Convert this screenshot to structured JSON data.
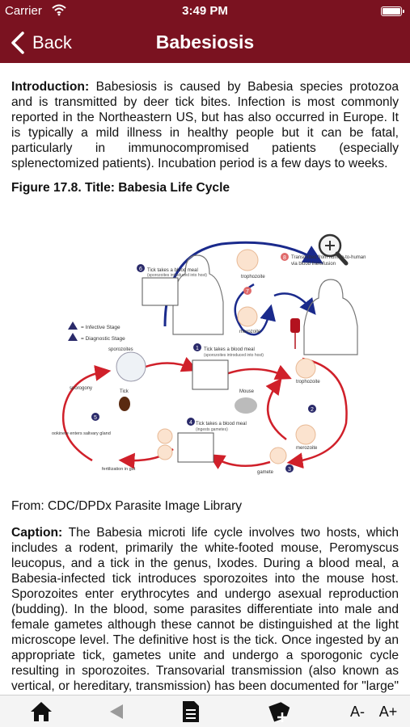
{
  "status_bar": {
    "carrier": "Carrier",
    "time": "3:49 PM"
  },
  "nav": {
    "back_label": "Back",
    "title": "Babesiosis"
  },
  "intro": {
    "label": "Introduction:",
    "text": " Babesiosis is caused by Babesia species protozoa and is transmitted by deer tick bites. Infection is most commonly reported in the Northeastern US, but has also occurred in Europe. It is typically a mild illness in healthy people but it can be fatal, particularly in immunocompromised patients (especially splenectomized patients). Incubation period is a few days to weeks."
  },
  "figure": {
    "title": "Figure 17.8.  Title: Babesia Life Cycle",
    "labels": {
      "step6": "Tick takes a blood meal",
      "step6_sub": "(sporozoites introduced into host)",
      "trophozoite": "trophozoite",
      "merozoite": "merozoite",
      "step7": "7",
      "step8": "8",
      "step8_text": "Transmitted from human-to-human",
      "step8_sub": "via blood transfusion",
      "infective": "= Infective Stage",
      "diagnostic": "= Diagnostic Stage",
      "sporozoites": "sporozoites",
      "step1": "1",
      "step1_text": "Tick takes a blood meal",
      "step1_sub": "(sporozoites introduced into host)",
      "sporogony": "sporogony",
      "tick": "Tick",
      "step5": "5",
      "ookinete": "ookinete enters salivary gland",
      "fertilization": "fertilization in gut",
      "mouse": "Mouse",
      "trophozoite2": "trophozoite",
      "step2": "2",
      "merozoite2": "merozoite",
      "step4": "4",
      "step4_text": "Tick takes a blood meal",
      "step4_sub": "(ingests gametes)",
      "gamete": "gamete",
      "step3": "3",
      "step6_num": "6"
    }
  },
  "from": "From: CDC/DPDx Parasite Image Library",
  "caption": {
    "label": "Caption:",
    "text": " The Babesia microti life cycle involves two hosts, which includes a rodent, primarily the white-footed mouse, Peromyscus leucopus, and a tick in the genus, Ixodes. During a blood meal, a Babesia-infected tick introduces sporozoites into the mouse host. Sporozoites enter erythrocytes and undergo asexual reproduction (budding). In the blood, some parasites differentiate into male and female gametes although these cannot be distinguished at the light microscope level. The definitive host is the tick. Once ingested by an appropriate tick, gametes unite and undergo a sporogonic cycle resulting in sporozoites. Transovarial transmission (also known as vertical, or hereditary, transmission) has been documented for \"large\" Babesia spp. but not for the \"small\" babesiae, such as B. microti."
  },
  "toolbar": {
    "font_down": "A-",
    "font_up": "A+"
  },
  "colors": {
    "brand": "#7a1220",
    "arrow_red": "#d0202a",
    "arrow_blue": "#1a2a8c"
  }
}
